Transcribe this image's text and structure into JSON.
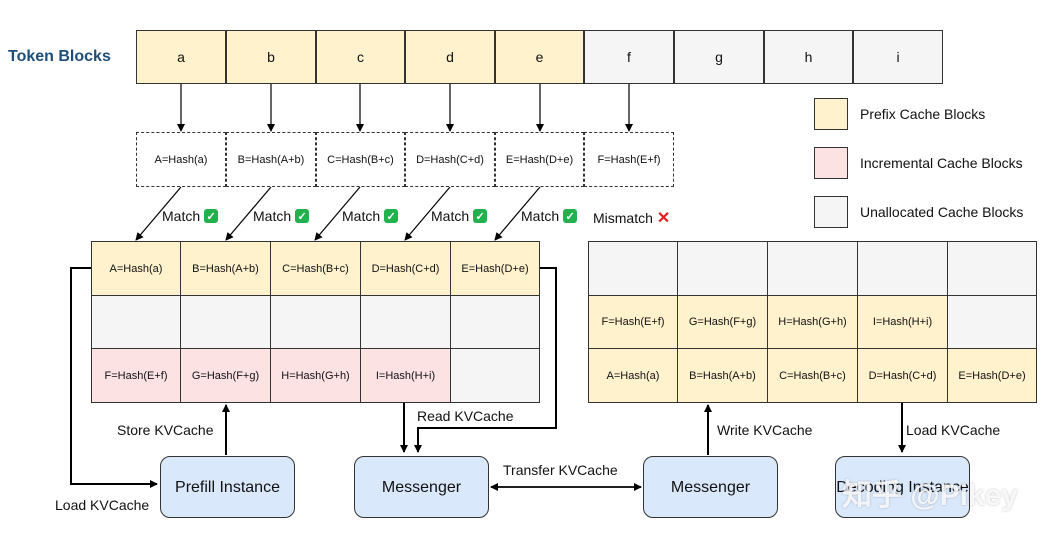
{
  "token_blocks": {
    "label": "Token Blocks",
    "items": [
      "a",
      "b",
      "c",
      "d",
      "e",
      "f",
      "g",
      "h",
      "i"
    ]
  },
  "hashes": [
    "A=Hash(a)",
    "B=Hash(A+b)",
    "C=Hash(B+c)",
    "D=Hash(C+d)",
    "E=Hash(D+e)",
    "F=Hash(E+f)"
  ],
  "matches": {
    "match_label": "Match",
    "mismatch_label": "Mismatch"
  },
  "legend": {
    "prefix": "Prefix Cache Blocks",
    "incremental": "Incremental Cache Blocks",
    "unallocated": "Unallocated Cache Blocks",
    "colors": {
      "prefix": "#fff2cc",
      "incremental": "#fde2e4",
      "unallocated": "#f5f5f5"
    }
  },
  "prefill_cache": {
    "row1": [
      "A=Hash(a)",
      "B=Hash(A+b)",
      "C=Hash(B+c)",
      "D=Hash(C+d)",
      "E=Hash(D+e)"
    ],
    "row2": [
      "",
      "",
      "",
      "",
      ""
    ],
    "row3": [
      "F=Hash(E+f)",
      "G=Hash(F+g)",
      "H=Hash(G+h)",
      "I=Hash(H+i)",
      ""
    ]
  },
  "decode_cache": {
    "row1": [
      "",
      "",
      "",
      "",
      ""
    ],
    "row2": [
      "F=Hash(E+f)",
      "G=Hash(F+g)",
      "H=Hash(G+h)",
      "I=Hash(H+i)",
      ""
    ],
    "row3": [
      "A=Hash(a)",
      "B=Hash(A+b)",
      "C=Hash(B+c)",
      "D=Hash(C+d)",
      "E=Hash(D+e)"
    ]
  },
  "nodes": {
    "prefill": "Prefill Instance",
    "messenger_left": "Messenger",
    "messenger_right": "Messenger",
    "decoding": "Decoding Instance"
  },
  "operations": {
    "store": "Store KVCache",
    "load_left": "Load KVCache",
    "read": "Read KVCache",
    "transfer": "Transfer KVCache",
    "write": "Write KVCache",
    "load_right": "Load KVCache"
  },
  "watermark": "知乎 @Pikey"
}
